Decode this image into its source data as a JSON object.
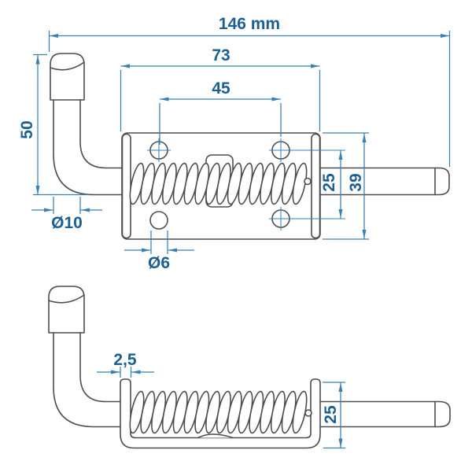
{
  "colors": {
    "dimension_line": "#3b80b4",
    "dimension_text": "#1b5f95",
    "part_outline": "#4d4d50",
    "background": "#ffffff"
  },
  "top_view": {
    "name": "top-view",
    "dimensions": {
      "overall_length": "146 mm",
      "plate_width": "73",
      "hole_spacing": "45",
      "handle_height": "50",
      "rod_diameter": "Ø10",
      "hole_diameter": "Ø6",
      "hole_row_spacing": "25",
      "plate_height": "39"
    }
  },
  "side_view": {
    "name": "side-view",
    "dimensions": {
      "plate_thickness": "2,5",
      "channel_height": "25"
    }
  }
}
